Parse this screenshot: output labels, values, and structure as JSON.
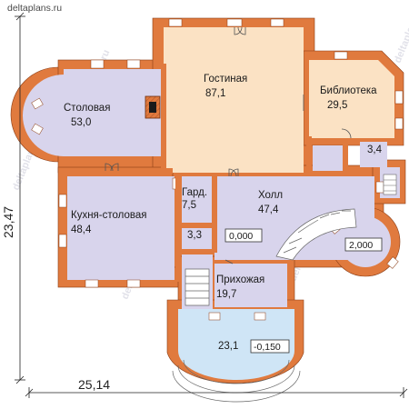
{
  "site": "deltaplans.ru",
  "watermark": "deltaplans.ru",
  "dimensions": {
    "width": "25,14",
    "height": "23,47"
  },
  "rooms": {
    "stolovaya": {
      "name": "Столовая",
      "area": "53,0"
    },
    "gostinaya": {
      "name": "Гостиная",
      "area": "87,1"
    },
    "biblioteka": {
      "name": "Библиотека",
      "area": "29,5"
    },
    "kuhnya": {
      "name": "Кухня-столовая",
      "area": "48,4"
    },
    "gard": {
      "name": "Гард.",
      "area": "7,5"
    },
    "holl": {
      "name": "Холл",
      "area": "47,4"
    },
    "prihozhaya": {
      "name": "Прихожая",
      "area": "19,7"
    },
    "bath_small": {
      "area": "3,4"
    },
    "wc_small": {
      "area": "3,3"
    },
    "porch": {
      "area": "23,1"
    }
  },
  "levels": {
    "holl": "0,000",
    "stair_landing": "2,000",
    "entrance": "-0,150"
  },
  "colors": {
    "wall": "#e07a3e",
    "wall_dark": "#c4612b",
    "hatch": "#a0522d",
    "lavender": "#d8d4ec",
    "peach": "#fbe2c4",
    "blue": "#cfe5f6",
    "window": "#ffffff"
  }
}
